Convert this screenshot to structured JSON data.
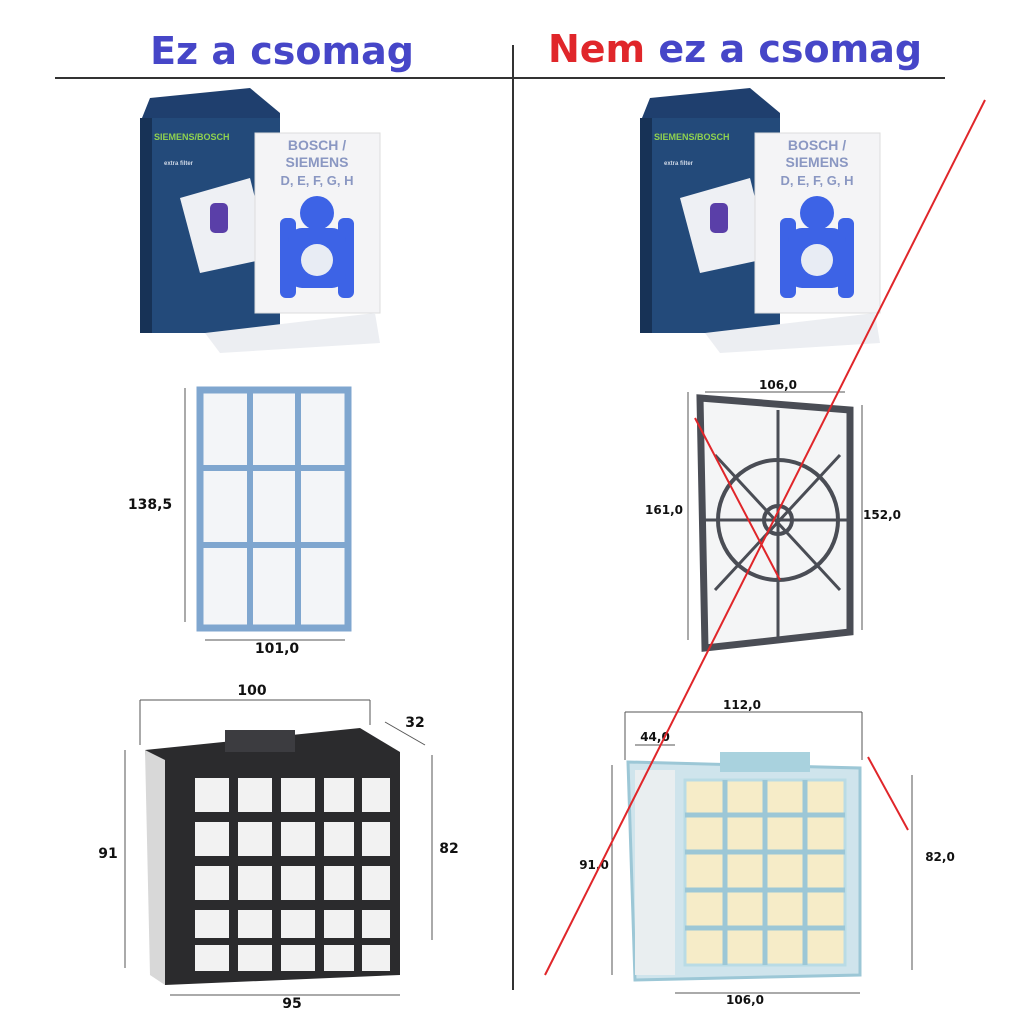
{
  "header": {
    "left_title": "Ez a csomag",
    "right_title_highlight": "Nem",
    "right_title_rest": " ez a csomag",
    "colors": {
      "blue": "#4646c8",
      "red": "#e0262a"
    }
  },
  "package": {
    "box_brand": "SIEMENS/BOSCH",
    "box_feature": "extra filter",
    "bag_line1": "BOSCH /",
    "bag_line2": "SIEMENS",
    "bag_line3": "D, E, F, G, H"
  },
  "left": {
    "filter1": {
      "height": "138,5",
      "width": "101,0"
    },
    "filter2": {
      "top": "100",
      "depth": "32",
      "left": "91",
      "right": "82",
      "bottom": "95"
    }
  },
  "right": {
    "filter1": {
      "top": "106,0",
      "left": "161,0",
      "right": "152,0"
    },
    "filter2": {
      "top": "112,0",
      "inner": "44,0",
      "left": "91,0",
      "right": "82,0",
      "bottom": "106,0"
    }
  }
}
